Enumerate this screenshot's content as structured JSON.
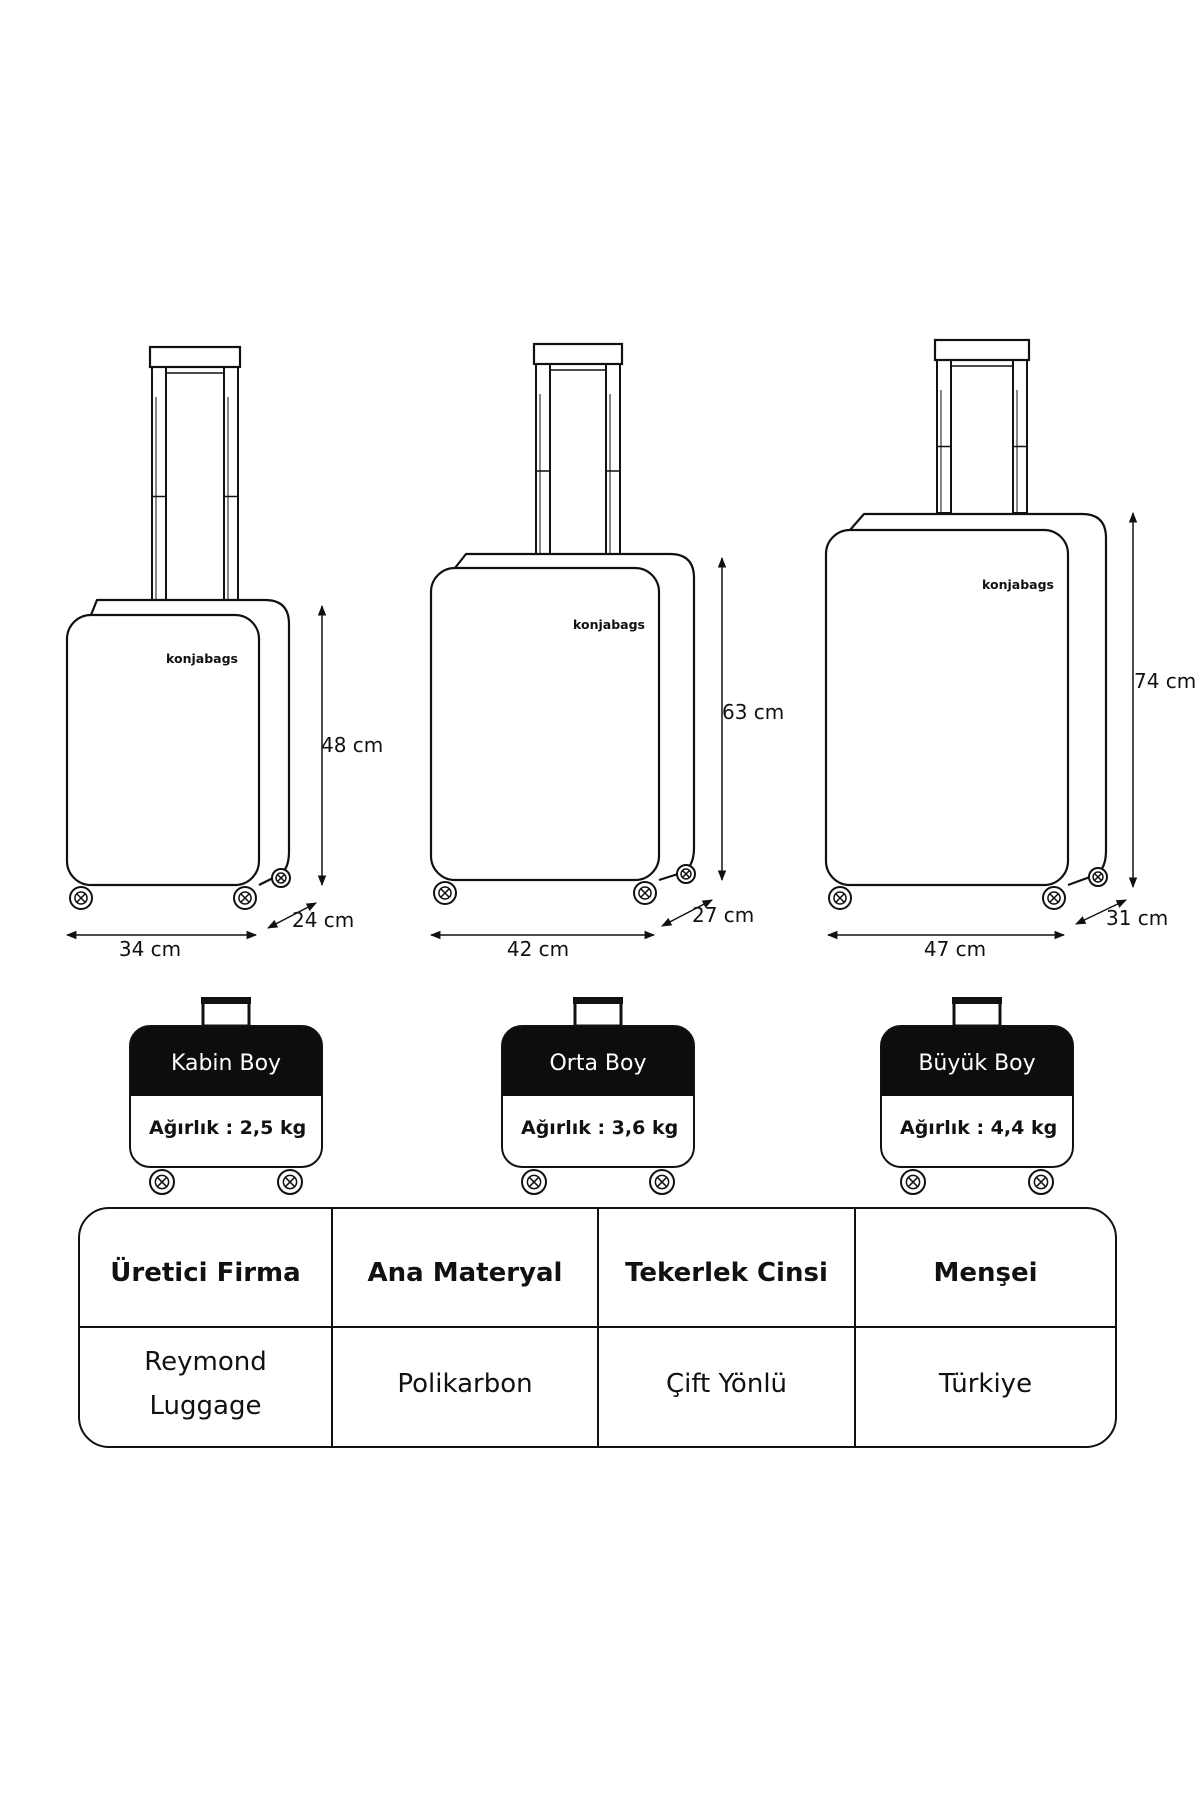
{
  "brand": "konjabags",
  "suitcases": [
    {
      "height": "48 cm",
      "width": "34 cm",
      "depth": "24 cm"
    },
    {
      "height": "63 cm",
      "width": "42 cm",
      "depth": "27 cm"
    },
    {
      "height": "74 cm",
      "width": "47 cm",
      "depth": "31 cm"
    }
  ],
  "sizes": [
    {
      "name": "Kabin Boy",
      "weight": "Ağırlık : 2,5 kg"
    },
    {
      "name": "Orta Boy",
      "weight": "Ağırlık : 3,6 kg"
    },
    {
      "name": "Büyük Boy",
      "weight": "Ağırlık : 4,4 kg"
    }
  ],
  "specs": {
    "headers": [
      "Üretici Firma",
      "Ana Materyal",
      "Tekerlek Cinsi",
      "Menşei"
    ],
    "values": [
      [
        "Reymond",
        "Luggage"
      ],
      [
        "Polikarbon"
      ],
      [
        "Çift Yönlü"
      ],
      [
        "Türkiye"
      ]
    ]
  }
}
